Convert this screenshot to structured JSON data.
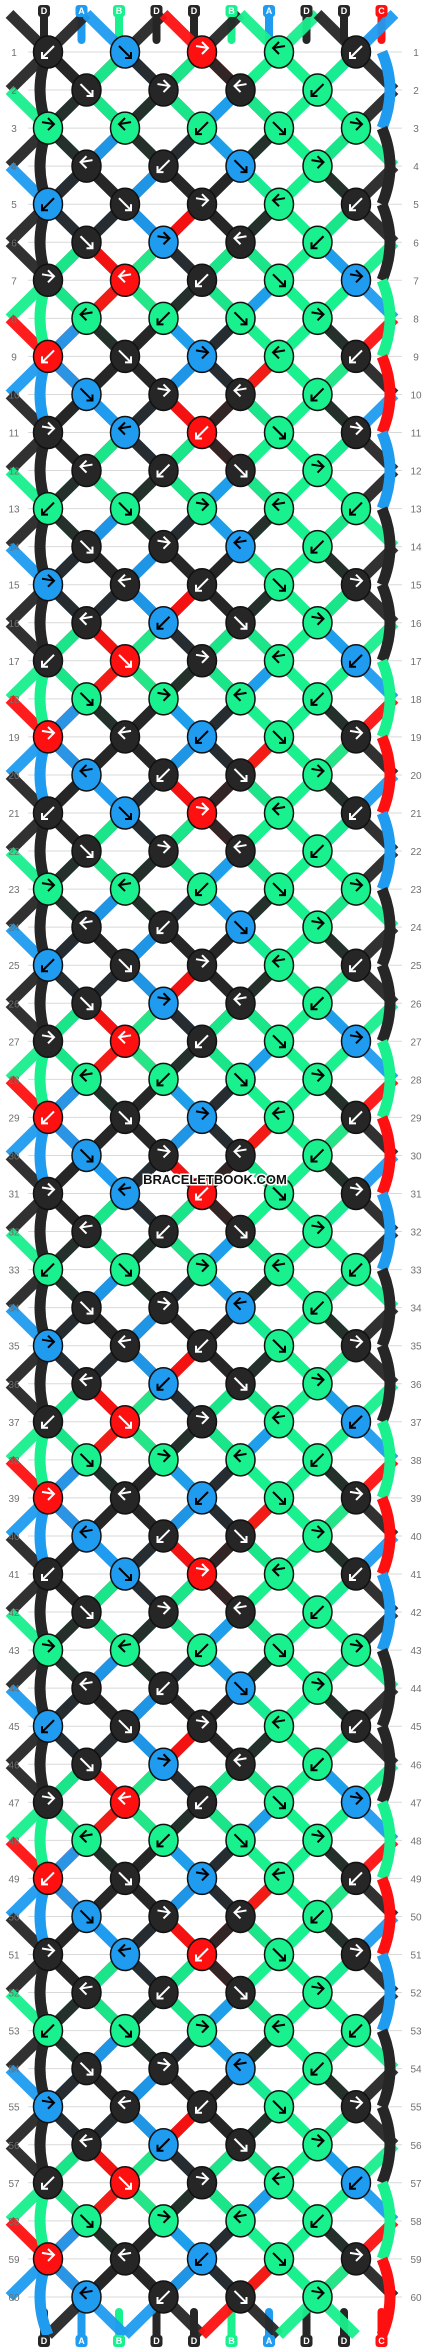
{
  "pattern": {
    "watermark": "BRACELETBOOK.COM",
    "top_strand_labels": [
      "D",
      "A",
      "B",
      "D",
      "D",
      "B",
      "A",
      "D",
      "D",
      "C"
    ],
    "bottom_strand_labels": [
      "D",
      "A",
      "B",
      "D",
      "D",
      "B",
      "A",
      "D",
      "D",
      "C"
    ],
    "row_numbers": [
      1,
      2,
      3,
      4,
      5,
      6,
      7,
      8,
      9,
      10,
      11,
      12,
      13,
      14,
      15,
      16,
      17,
      18,
      19,
      20,
      21,
      22,
      23,
      24,
      25,
      26,
      27,
      28,
      29,
      30,
      31,
      32,
      33,
      34,
      35,
      36,
      37,
      38,
      39,
      40,
      41,
      42,
      43,
      44,
      45,
      46,
      47,
      48,
      49,
      50,
      51,
      52,
      53,
      54,
      55,
      56,
      57,
      58,
      59,
      60
    ],
    "colors": {
      "A": "#1f9bf0",
      "B": "#19f08e",
      "C": "#ff1010",
      "D": "#262626",
      "background": "#ffffff",
      "grid_line": "#d9d9d9",
      "row_label": "#707070",
      "watermark": "#111111",
      "arrow_on_dark": "#ffffff",
      "arrow_on_light": "#000000"
    }
  }
}
